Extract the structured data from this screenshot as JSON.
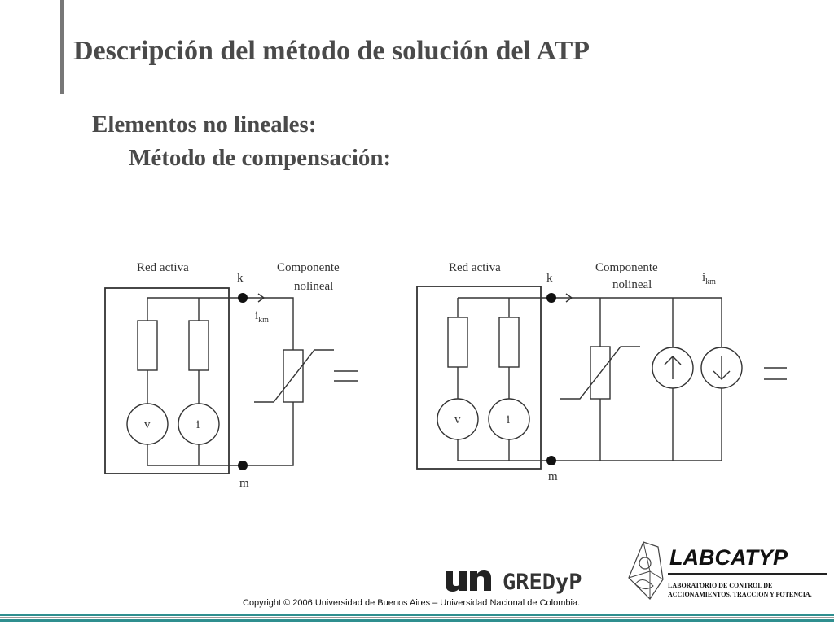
{
  "slide": {
    "title": "Descripción del método de solución del ATP",
    "subtitle_line1": "Elementos no lineales:",
    "subtitle_line2": "Método de compensación:"
  },
  "diagram_left": {
    "network_label": "Red activa",
    "component_label_line1": "Componente",
    "component_label_line2": "nolineal",
    "node_k": "k",
    "node_m": "m",
    "current_main": "i",
    "current_sub": "km",
    "source_v": "v",
    "source_i": "i",
    "equals": "="
  },
  "diagram_right": {
    "network_label": "Red activa",
    "component_label_line1": "Componente",
    "component_label_line2": "nolineal",
    "node_k": "k",
    "node_m": "m",
    "current_main": "i",
    "current_sub": "km",
    "source_v": "v",
    "source_i": "i",
    "equals": "="
  },
  "footer": {
    "un_logo_icon": "un-logo-icon",
    "gredyp": "GREDyP",
    "copyright": "Copyright © 2006 Universidad de Buenos Aires – Universidad Nacional de Colombia.",
    "lab_logo_icon": "labcatyp-logo-icon",
    "lab_name": "LABCATYP",
    "lab_desc_line1": "LABORATORIO DE CONTROL DE",
    "lab_desc_line2": "ACCIONAMIENTOS, TRACCION Y POTENCIA."
  },
  "colors": {
    "title": "#4a4a4a",
    "stripe_teal": "#2f8f8f",
    "stripe_gray": "#9a9a9a"
  }
}
